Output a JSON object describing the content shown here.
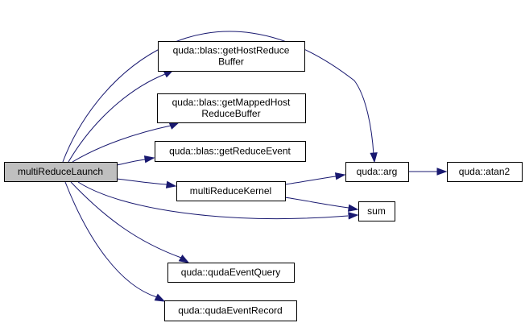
{
  "diagram": {
    "type": "call-graph",
    "colors": {
      "edge": "#191970",
      "node_border": "#000000",
      "root_fill": "#bfbfbf",
      "node_fill": "#ffffff"
    },
    "nodes": [
      {
        "id": "root",
        "lines": [
          "multiReduceLaunch"
        ],
        "root": true
      },
      {
        "id": "getHostReduceBuffer",
        "lines": [
          "quda::blas::getHostReduce",
          "Buffer"
        ]
      },
      {
        "id": "getMappedHostReduceBuffer",
        "lines": [
          "quda::blas::getMappedHost",
          "ReduceBuffer"
        ]
      },
      {
        "id": "getReduceEvent",
        "lines": [
          "quda::blas::getReduceEvent"
        ]
      },
      {
        "id": "multiReduceKernel",
        "lines": [
          "multiReduceKernel"
        ]
      },
      {
        "id": "arg",
        "lines": [
          "quda::arg"
        ]
      },
      {
        "id": "atan2",
        "lines": [
          "quda::atan2"
        ]
      },
      {
        "id": "sum",
        "lines": [
          "sum"
        ]
      },
      {
        "id": "qudaEventQuery",
        "lines": [
          "quda::qudaEventQuery"
        ]
      },
      {
        "id": "qudaEventRecord",
        "lines": [
          "quda::qudaEventRecord"
        ]
      }
    ],
    "edges": [
      {
        "from": "root",
        "to": "arg"
      },
      {
        "from": "root",
        "to": "getHostReduceBuffer"
      },
      {
        "from": "root",
        "to": "getMappedHostReduceBuffer"
      },
      {
        "from": "root",
        "to": "getReduceEvent"
      },
      {
        "from": "root",
        "to": "multiReduceKernel"
      },
      {
        "from": "root",
        "to": "sum"
      },
      {
        "from": "root",
        "to": "qudaEventQuery"
      },
      {
        "from": "root",
        "to": "qudaEventRecord"
      },
      {
        "from": "multiReduceKernel",
        "to": "arg"
      },
      {
        "from": "multiReduceKernel",
        "to": "sum"
      },
      {
        "from": "arg",
        "to": "atan2"
      }
    ]
  }
}
